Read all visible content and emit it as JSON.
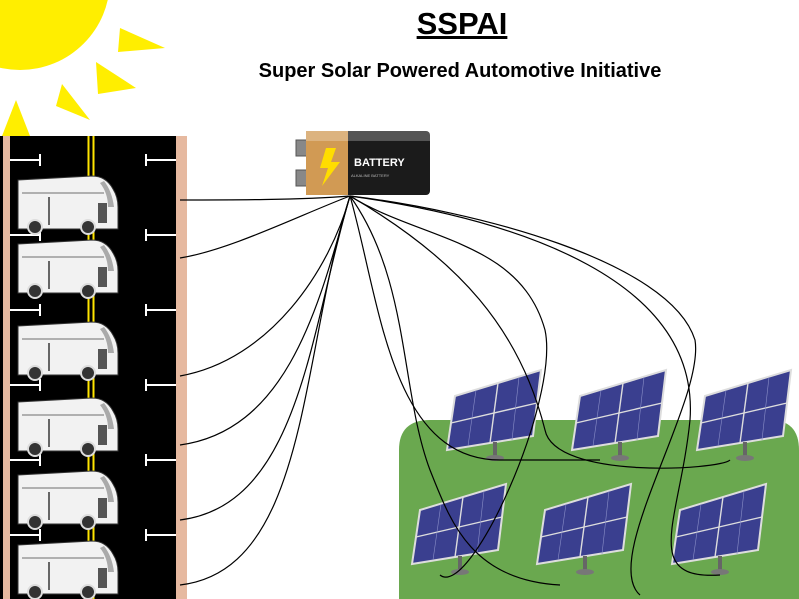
{
  "title": "SSPAI",
  "subtitle": "Super Solar Powered Automotive Initiative",
  "battery": {
    "label": "BATTERY",
    "sublabel": "ALKALINE BATTERY"
  },
  "bus_count": 6,
  "solar_panel_count": 6,
  "colors": {
    "sun": "#ffee00",
    "road": "#000000",
    "road_center_line": "#ffe500",
    "sidewalk": "#e6b9a0",
    "field": "#6aa84f",
    "battery_band": "#d19a54",
    "panel_cell": "#3a3f8f"
  }
}
